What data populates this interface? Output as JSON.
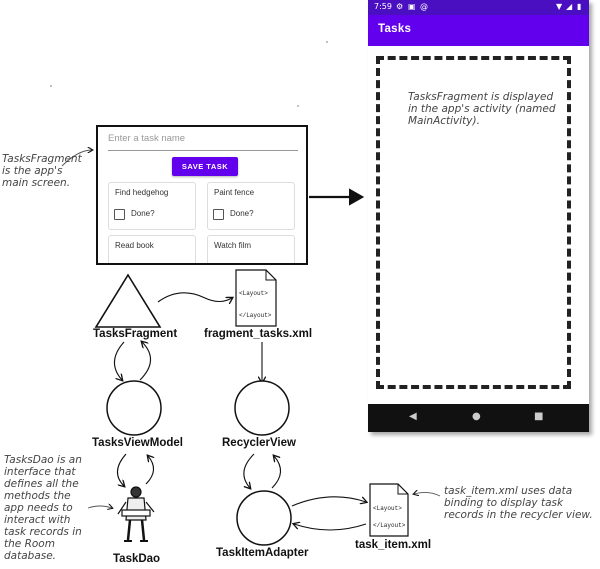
{
  "phone": {
    "status_time": "7:59",
    "status_icons": [
      "gear-icon",
      "lock-icon",
      "at-icon"
    ],
    "app_title": "Tasks",
    "note": "TasksFragment is displayed in the app's activity (named MainActivity).",
    "nav": [
      "back-icon",
      "home-icon",
      "recents-icon"
    ]
  },
  "fragment_mock": {
    "input_placeholder": "Enter a task name",
    "save_button": "SAVE TASK",
    "tasks": [
      {
        "name": "Find hedgehog",
        "checkbox_label": "Done?"
      },
      {
        "name": "Paint fence",
        "checkbox_label": "Done?"
      },
      {
        "name": "Read book",
        "checkbox_label": ""
      },
      {
        "name": "Watch film",
        "checkbox_label": ""
      }
    ]
  },
  "layout_doc_text": {
    "open": "<Layout>",
    "close": "</Layout>"
  },
  "nodes": {
    "tasks_fragment": "TasksFragment",
    "fragment_tasks_xml": "fragment_tasks.xml",
    "tasks_view_model": "TasksViewModel",
    "recycler_view": "RecyclerView",
    "task_item_adapter": "TaskItemAdapter",
    "task_item_xml": "task_item.xml",
    "task_dao": "TaskDao"
  },
  "notes": {
    "fragment_note": "TasksFragment is the app's main screen.",
    "dao_note": "TasksDao is an interface that defines all the methods the app needs to interact with task records in the Room database.",
    "task_item_note": "task_item.xml uses data binding to display task records in the recycler view."
  }
}
